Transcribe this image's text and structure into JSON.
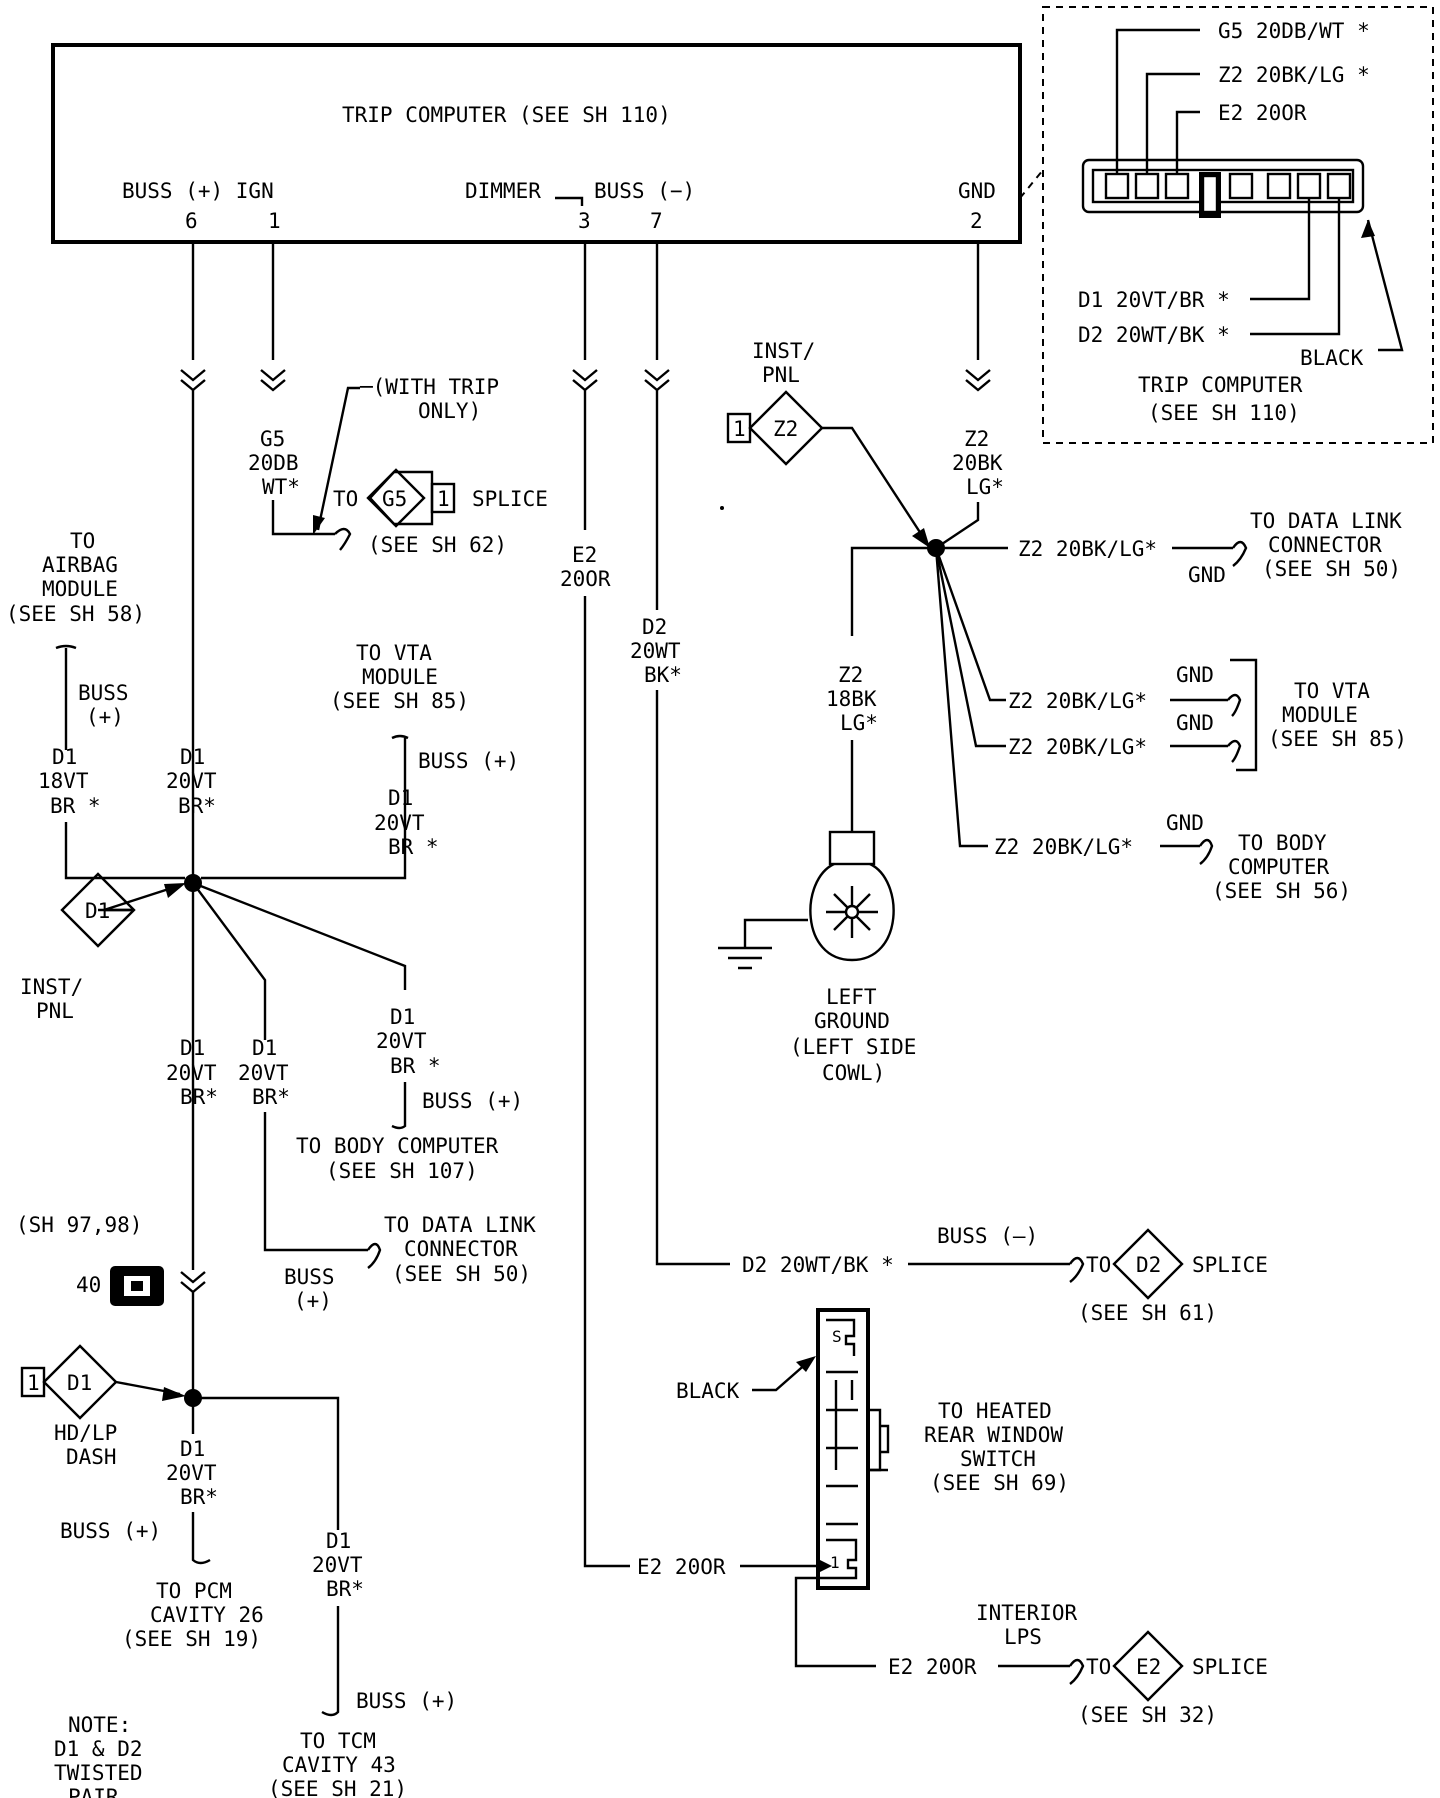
{
  "trip_computer": {
    "title": "TRIP COMPUTER (SEE SH 110)",
    "buss_plus_ign": "BUSS (+) IGN",
    "dimmer_buss_minus": "DIMMER",
    "buss_minus": "BUSS (−)",
    "gnd": "GND",
    "pins": [
      "6",
      "1",
      "3",
      "7",
      "2"
    ]
  },
  "connector_view": {
    "wires": [
      "G5 20DB/WT *",
      "Z2 20BK/LG *",
      "E2 20OR",
      "D1 20VT/BR *",
      "D2 20WT/BK *"
    ],
    "black": "BLACK",
    "title_1": "TRIP COMPUTER",
    "title_2": "(SEE SH 110)"
  },
  "g5": {
    "wire": [
      "G5",
      "20DB",
      "WT*"
    ],
    "with_trip": [
      "─(WITH TRIP",
      "ONLY)"
    ],
    "to": "TO",
    "diamond": "G5",
    "box": "1",
    "splice": "SPLICE",
    "see": "(SEE SH 62)"
  },
  "e2_wire": [
    "E2",
    "20OR"
  ],
  "d2_wire": [
    "D2",
    "20WT",
    "BK*"
  ],
  "inst_pnl_z2": {
    "label": [
      "INST/",
      "PNL"
    ],
    "box": "1",
    "diamond": "Z2"
  },
  "z2_gnd_wire": [
    "Z2",
    "20BK",
    "LG*"
  ],
  "z2_branches": {
    "data_link": {
      "wire": "Z2 20BK/LG*",
      "gnd": "GND",
      "to": [
        "TO DATA LINK",
        "CONNECTOR",
        "(SEE SH 50)"
      ]
    },
    "vta": {
      "wire1": "Z2 20BK/LG*",
      "wire2": "Z2 20BK/LG*",
      "gnd1": "GND",
      "gnd2": "GND",
      "to": [
        "TO VTA",
        "MODULE",
        "(SEE SH 85)"
      ]
    },
    "body": {
      "wire": "Z2 20BK/LG*",
      "gnd": "GND",
      "to": [
        "TO BODY",
        "COMPUTER",
        "(SEE SH 56)"
      ]
    }
  },
  "left_ground": {
    "wire": [
      "Z2",
      "18BK",
      "LG*"
    ],
    "label": [
      "LEFT",
      "GROUND",
      "(LEFT SIDE",
      "COWL)"
    ]
  },
  "airbag": {
    "to": [
      "TO",
      "AIRBAG",
      "MODULE",
      "(SEE SH 58)"
    ],
    "buss": [
      "BUSS",
      "(+)"
    ],
    "wire": [
      "D1",
      "18VT",
      "BR *"
    ]
  },
  "d1_main_wire": [
    "D1",
    "20VT",
    "BR*"
  ],
  "vta_d1": {
    "to": [
      "TO VTA",
      "MODULE",
      "(SEE SH 85)"
    ],
    "buss": "BUSS (+)",
    "wire": [
      "D1",
      "20VT",
      "BR *"
    ]
  },
  "inst_pnl_d1": {
    "diamond": "D1",
    "label": [
      "INST/",
      "PNL"
    ]
  },
  "branches_d1": {
    "left_wire": [
      "D1",
      "20VT",
      "BR*"
    ],
    "mid_wire": [
      "D1",
      "20VT",
      "BR*"
    ],
    "right_wire": [
      "D1",
      "20VT",
      "BR *"
    ],
    "right_buss": "BUSS (+)",
    "body_to": [
      "TO BODY COMPUTER",
      "(SEE SH 107)"
    ],
    "data_link_to": [
      "TO DATA LINK",
      "CONNECTOR",
      "(SEE SH 50)"
    ],
    "data_link_buss": [
      "BUSS",
      "(+)"
    ]
  },
  "connector_40": {
    "ref": "(SH 97,98)",
    "num": "40"
  },
  "hd_lp_dash": {
    "box": "1",
    "diamond": "D1",
    "label": [
      "HD/LP",
      "DASH"
    ]
  },
  "pcm": {
    "wire": [
      "D1",
      "20VT",
      "BR*"
    ],
    "buss": "BUSS (+)",
    "to": [
      "TO PCM",
      "CAVITY 26",
      "(SEE SH 19)"
    ]
  },
  "tcm": {
    "wire": [
      "D1",
      "20VT",
      "BR*"
    ],
    "buss": "BUSS (+)",
    "to": [
      "TO TCM",
      "CAVITY 43",
      "(SEE SH 21)"
    ]
  },
  "note": [
    "NOTE:",
    "D1 & D2",
    "TWISTED",
    "PAIR"
  ],
  "d2_splice": {
    "wire": "D2 20WT/BK *",
    "buss": "BUSS (—)",
    "to": "TO",
    "diamond": "D2",
    "splice": "SPLICE",
    "see": "(SEE SH 61)"
  },
  "heated_switch": {
    "black": "BLACK",
    "pin_s": "S",
    "pin_1": "1",
    "to": [
      "TO HEATED",
      "REAR WINDOW",
      "SWITCH",
      "(SEE SH 69)"
    ]
  },
  "e2_splice": {
    "wire_in": "E2 20OR",
    "wire_out": "E2 20OR",
    "interior": [
      "INTERIOR",
      "LPS"
    ],
    "to": "TO",
    "diamond": "E2",
    "splice": "SPLICE",
    "see": "(SEE SH 32)"
  }
}
